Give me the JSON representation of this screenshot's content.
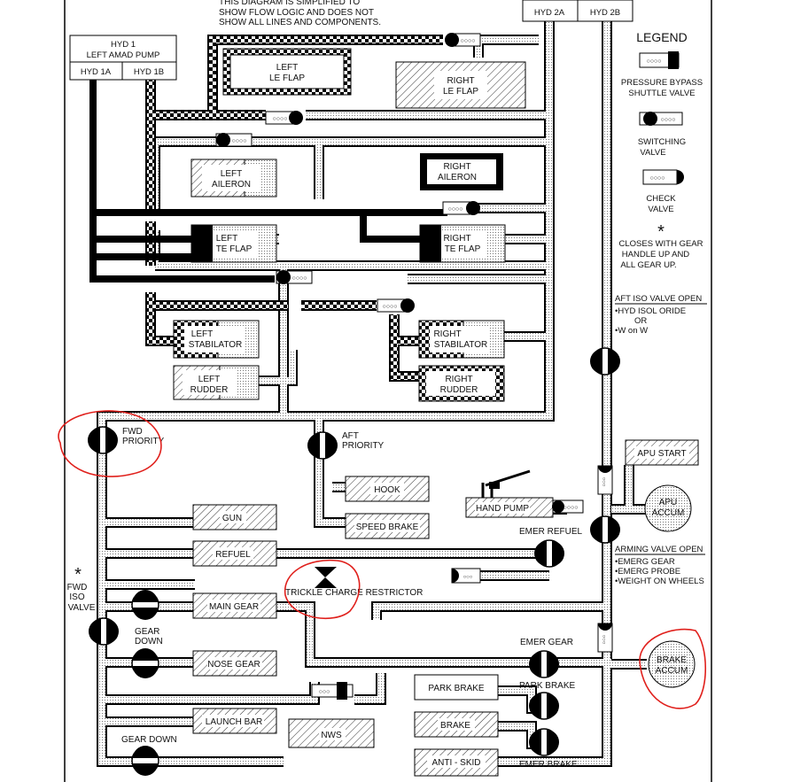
{
  "note": [
    "THIS DIAGRAM IS SIMPLIFIED TO",
    "SHOW FLOW LOGIC AND DOES NOT",
    "SHOW ALL LINES AND COMPONENTS."
  ],
  "hyd1": {
    "title": [
      "HYD 1",
      "LEFT AMAD PUMP"
    ],
    "a": "HYD 1A",
    "b": "HYD 1B"
  },
  "hyd2": {
    "a": "HYD 2A",
    "b": "HYD 2B"
  },
  "components": {
    "left_le_flap": [
      "LEFT",
      "LE FLAP"
    ],
    "right_le_flap": [
      "RIGHT",
      "LE FLAP"
    ],
    "left_aileron": [
      "LEFT",
      "AILERON"
    ],
    "right_aileron": [
      "RIGHT",
      "AILERON"
    ],
    "left_te_flap": [
      "LEFT",
      "TE FLAP"
    ],
    "right_te_flap": [
      "RIGHT",
      "TE FLAP"
    ],
    "left_stabilator": [
      "LEFT",
      "STABILATOR"
    ],
    "right_stabilator": [
      "RIGHT",
      "STABILATOR"
    ],
    "left_rudder": [
      "LEFT",
      "RUDDER"
    ],
    "right_rudder": [
      "RIGHT",
      "RUDDER"
    ],
    "hook": "HOOK",
    "speed_brake": "SPEED BRAKE",
    "gun": "GUN",
    "refuel": "REFUEL",
    "main_gear": "MAIN GEAR",
    "nose_gear": "NOSE GEAR",
    "launch_bar": "LAUNCH BAR",
    "nws": "NWS",
    "park_brake_box": "PARK BRAKE",
    "brake_box": "BRAKE",
    "anti_skid": "ANTI - SKID",
    "hand_pump": "HAND PUMP",
    "apu_start": "APU START",
    "apu_accum": [
      "APU",
      "ACCUM"
    ],
    "brake_accum": [
      "BRAKE",
      "ACCUM"
    ]
  },
  "labels": {
    "fwd_priority": [
      "FWD",
      "PRIORITY"
    ],
    "aft_priority": [
      "AFT",
      "PRIORITY"
    ],
    "fwd_iso_valve": [
      "FWD",
      "ISO",
      "VALVE"
    ],
    "asterisk": "*",
    "gear_down_1": [
      "GEAR",
      "DOWN"
    ],
    "gear_down_2": "GEAR DOWN",
    "trickle": "TRICKLE CHARGE RESTRICTOR",
    "emer_refuel": "EMER REFUEL",
    "emer_gear": "EMER GEAR",
    "park_brake": "PARK BRAKE",
    "emer_brake": "EMER BRAKE"
  },
  "legend": {
    "title": "LEGEND",
    "pressure_bypass": [
      "PRESSURE BYPASS",
      "SHUTTLE VALVE"
    ],
    "switching": [
      "SWITCHING",
      "VALVE"
    ],
    "check": [
      "CHECK",
      "VALVE"
    ],
    "asterisk": "*",
    "closes": [
      "CLOSES WITH GEAR",
      "HANDLE UP AND",
      "ALL GEAR UP."
    ],
    "aft_iso": {
      "title": "AFT ISO VALVE OPEN",
      "items": [
        "•HYD ISOL ORIDE",
        "OR",
        "•W on W"
      ]
    },
    "arming": {
      "title": "ARMING VALVE OPEN",
      "items": [
        "•EMERG GEAR",
        "•EMERG PROBE",
        "•WEIGHT ON WHEELS"
      ]
    }
  },
  "annotation_color": "#e0201c"
}
